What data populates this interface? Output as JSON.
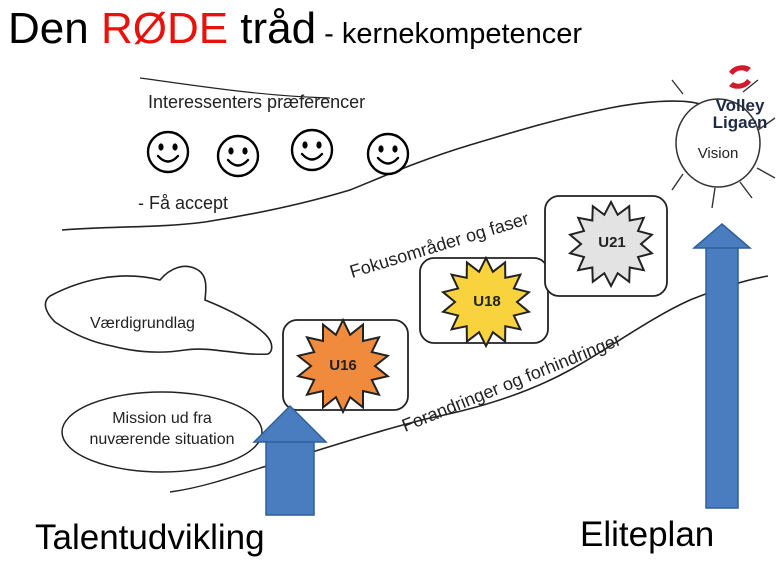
{
  "title": {
    "part1": "Den ",
    "accent": "RØDE",
    "part2": " tråd",
    "dash": " - ",
    "subtitle": "kernekompetencer"
  },
  "colors": {
    "accent": "#e8120c",
    "arrow": "#4a7dbf",
    "u16": "#f08a3c",
    "u18": "#f9d33e",
    "u21": "#e3e3e3"
  },
  "labels": {
    "stakeholders": "Interessenters præferencer",
    "accept": "- Få accept",
    "focus": "Fokusområder og faser",
    "changes": "Forandringer og forhindringer",
    "values": "Værdigrundlag",
    "mission_line1": "Mission ud fra",
    "mission_line2": "nuværende situation",
    "vision": "Vision",
    "u16": "U16",
    "u18": "U18",
    "u21": "U21"
  },
  "logo": {
    "line1": "Volley",
    "line2": "Ligaen",
    "icon": "volleyball-icon"
  },
  "smileys": [
    "smiley-icon",
    "smiley-icon",
    "smiley-icon",
    "smiley-icon"
  ],
  "bottom": {
    "left": "Talentudvikling",
    "right": "Eliteplan"
  }
}
